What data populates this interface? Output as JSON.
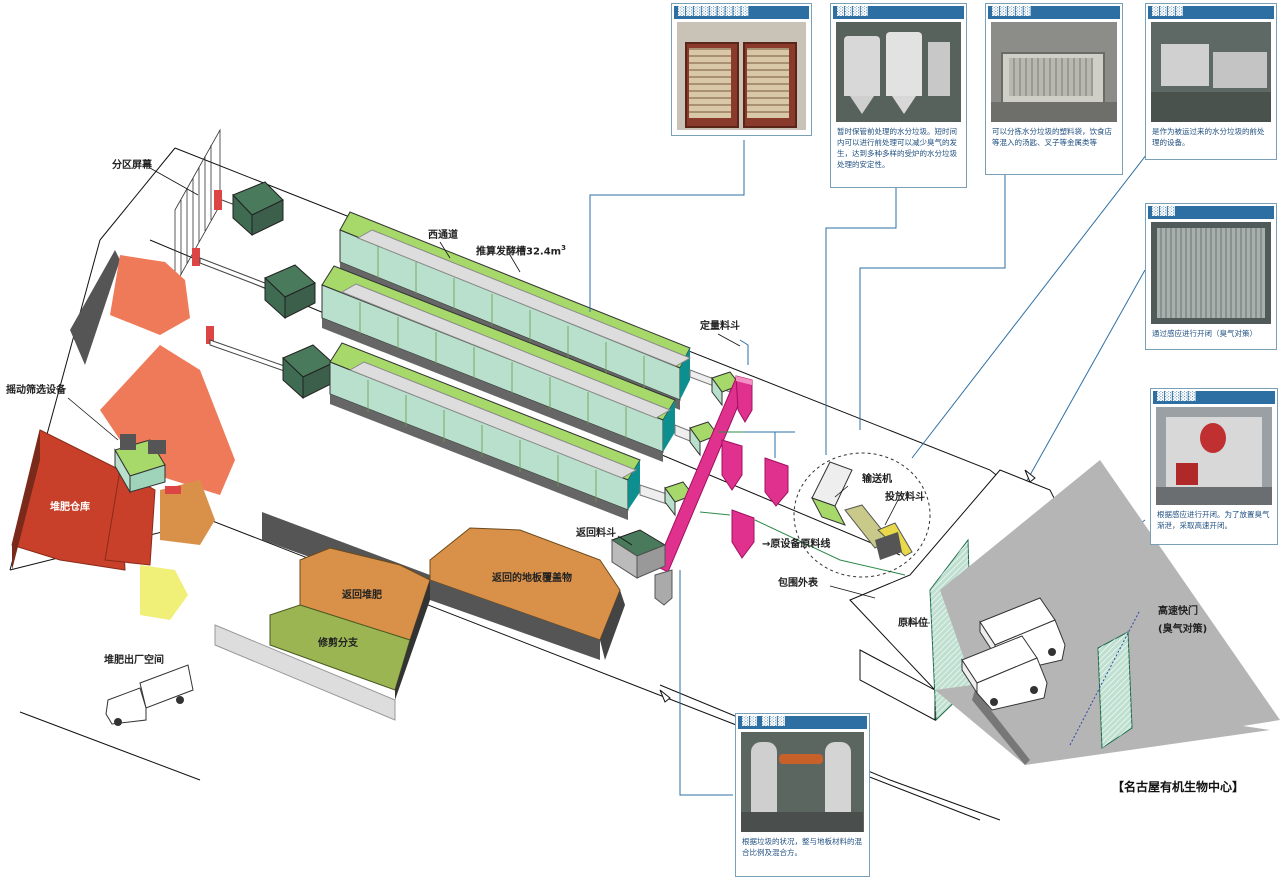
{
  "title": "【名古屋有机生物中心】",
  "labels": {
    "partition_screen": "分区屏幕",
    "shaker_screen": "摇动筛选设备",
    "compost_warehouse": "堆肥仓库",
    "compost_exit": "堆肥出厂空间",
    "return_compost": "返回堆肥",
    "pruned_branches": "修剪分支",
    "returned_cover": "返回的地板覆盖物",
    "west_channel": "西通道",
    "fermenter": "推算发酵槽32.4m",
    "fermenter_sup": "3",
    "quant_hopper": "定量料斗",
    "return_hopper": "返回料斗",
    "to_feed_line": "→原设备原料线",
    "conveyor": "输送机",
    "feed_hopper": "投放料斗",
    "enclosure": "包围外表",
    "material_pos": "原料位",
    "fast_door": "高速快门",
    "odor_measure": "(臭气对策)"
  },
  "photos": [
    {
      "heading": "▓▓▓▓▓▓▓▓▓",
      "caption": ""
    },
    {
      "heading": "▓▓▓▓",
      "caption": "暂时保管前处理的水分垃圾。短时间内可以进行前处理可以减少臭气的发生，达到多种多样的受炉的水分垃圾处理的安定性。"
    },
    {
      "heading": "▓▓▓▓▓",
      "caption": "可以分拣水分垃圾的塑料袋，饮食店等混入的汤匙、叉子等金属类等"
    },
    {
      "heading": "▓▓▓▓",
      "caption": "是作为被运过来的水分垃圾的前处理的设备。"
    },
    {
      "heading": "▓▓▓",
      "caption": "通过感应进行开闭（臭气对策）"
    },
    {
      "heading": "▓▓▓▓▓",
      "caption": "根据感应进行开闭。为了放置臭气渐泄，采取高速开闭。"
    },
    {
      "heading": "▓▓  ▓▓▓",
      "caption": "根据垃圾的状况，整与地板材料的混合比例及混合方。"
    }
  ],
  "colors": {
    "fermenter_top": "#a6d86a",
    "fermenter_side": "#b8e0cc",
    "magenta": "#e0318f",
    "compost_red": "#c8402a",
    "salmon": "#ef7a5a",
    "orange_pile": "#d9914a",
    "green_pile": "#9ab552",
    "heading_blue": "#2e6fa3"
  }
}
